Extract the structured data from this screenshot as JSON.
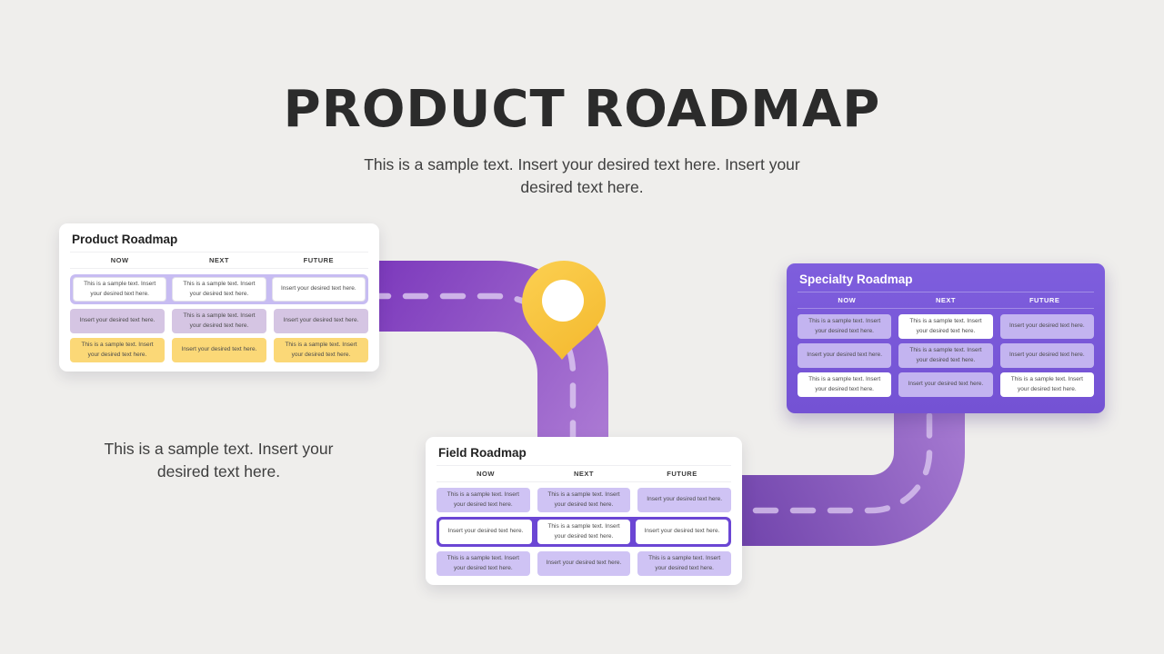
{
  "slide": {
    "title": "PRODUCT ROADMAP",
    "subtitle": "This is a sample text. Insert your desired text here. Insert your desired text here.",
    "side_note": "This is a sample text. Insert your desired text here."
  },
  "columns": [
    "NOW",
    "NEXT",
    "FUTURE"
  ],
  "cards": [
    {
      "title": "Product Roadmap",
      "theme": "light",
      "rows": [
        {
          "variant": "band-light",
          "cells": [
            {
              "style": "outline",
              "text": "This is a sample text. Insert your desired text here."
            },
            {
              "style": "outline",
              "text": "This is a sample text. Insert your desired text here."
            },
            {
              "style": "outline",
              "text": "Insert your desired text here."
            }
          ]
        },
        {
          "variant": "plain",
          "cells": [
            {
              "style": "lilac",
              "text": "Insert your desired text here."
            },
            {
              "style": "lilac",
              "text": "This is a sample text. Insert your desired text here."
            },
            {
              "style": "lilac",
              "text": "Insert your desired text here."
            }
          ]
        },
        {
          "variant": "plain",
          "cells": [
            {
              "style": "yellow",
              "text": "This is a sample text. Insert your desired text here."
            },
            {
              "style": "yellow",
              "text": "Insert your desired text here."
            },
            {
              "style": "yellow",
              "text": "This is a sample text. Insert your desired text here."
            }
          ]
        }
      ]
    },
    {
      "title": "Specialty Roadmap",
      "theme": "purple",
      "rows": [
        {
          "variant": "plain",
          "cells": [
            {
              "style": "lavender-soft",
              "text": "This is a sample text. Insert your desired text here."
            },
            {
              "style": "white",
              "text": "This is a sample text. Insert your desired text here."
            },
            {
              "style": "lavender-soft",
              "text": "Insert your desired text here."
            }
          ]
        },
        {
          "variant": "plain",
          "cells": [
            {
              "style": "lavender-soft",
              "text": "Insert your desired text here."
            },
            {
              "style": "lavender-soft",
              "text": "This is a sample text. Insert your desired text here."
            },
            {
              "style": "lavender-soft",
              "text": "Insert your desired text here."
            }
          ]
        },
        {
          "variant": "plain",
          "cells": [
            {
              "style": "white",
              "text": "This is a sample text. Insert your desired text here."
            },
            {
              "style": "lavender-soft",
              "text": "Insert your desired text here."
            },
            {
              "style": "white",
              "text": "This is a sample text. Insert your desired text here."
            }
          ]
        }
      ]
    },
    {
      "title": "Field Roadmap",
      "theme": "light",
      "rows": [
        {
          "variant": "plain",
          "cells": [
            {
              "style": "lavender",
              "text": "This is a sample text. Insert your desired text here."
            },
            {
              "style": "lavender",
              "text": "This is a sample text. Insert your desired text here."
            },
            {
              "style": "lavender",
              "text": "Insert your desired text here."
            }
          ]
        },
        {
          "variant": "band-strong",
          "cells": [
            {
              "style": "white",
              "text": "Insert your desired text here."
            },
            {
              "style": "white",
              "text": "This is a sample text. Insert your desired text here."
            },
            {
              "style": "white",
              "text": "Insert your desired text here."
            }
          ]
        },
        {
          "variant": "plain",
          "cells": [
            {
              "style": "lavender",
              "text": "This is a sample text. Insert your desired text here."
            },
            {
              "style": "lavender",
              "text": "Insert your desired text here."
            },
            {
              "style": "lavender",
              "text": "This is a sample text. Insert your desired text here."
            }
          ]
        }
      ]
    }
  ],
  "colors": {
    "background": "#efeeec",
    "title_text": "#2b2b2b",
    "body_text": "#3e3e3e",
    "specialty_card": "#7a5ad9",
    "highlight_band_light": "#c7bcf2",
    "highlight_band_strong": "#6b46d4",
    "cell_lilac": "#d5c5e3",
    "cell_yellow": "#fbd877",
    "cell_lavender": "#cfc3f4",
    "road_purple_dark": "#5c2f9d",
    "road_purple_light": "#aa78d3",
    "road_dash": "#d9c5ef",
    "pin_yellow": "#f7c33c"
  }
}
